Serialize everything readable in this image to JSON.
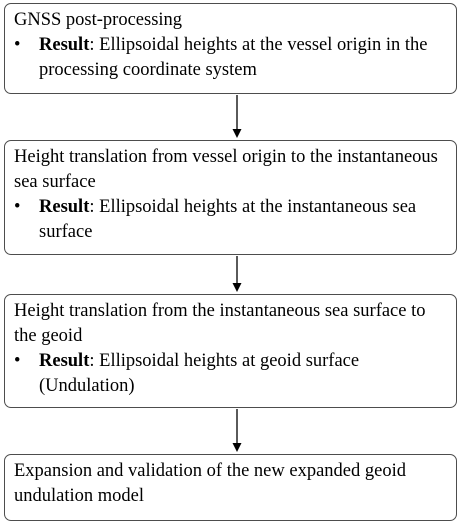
{
  "steps": [
    {
      "title": "GNSS post-processing",
      "bullet": "•",
      "result_label": "Result",
      "result_sep": ":",
      "result_text": "Ellipsoidal heights at the vessel origin in the processing coordinate system"
    },
    {
      "title": "Height translation from vessel origin to the instantaneous sea surface",
      "bullet": "•",
      "result_label": "Result",
      "result_sep": ":",
      "result_text": "Ellipsoidal heights at the instantaneous sea surface"
    },
    {
      "title": "Height translation from the instantaneous sea surface to the geoid",
      "bullet": "•",
      "result_label": "Result",
      "result_sep": ":",
      "result_text": "Ellipsoidal heights at geoid surface (Undulation)"
    },
    {
      "title": "Expansion and validation of the new expanded geoid undulation model"
    }
  ],
  "colors": {
    "border": "#4d4d4d",
    "arrow": "#000000",
    "text": "#000000"
  }
}
